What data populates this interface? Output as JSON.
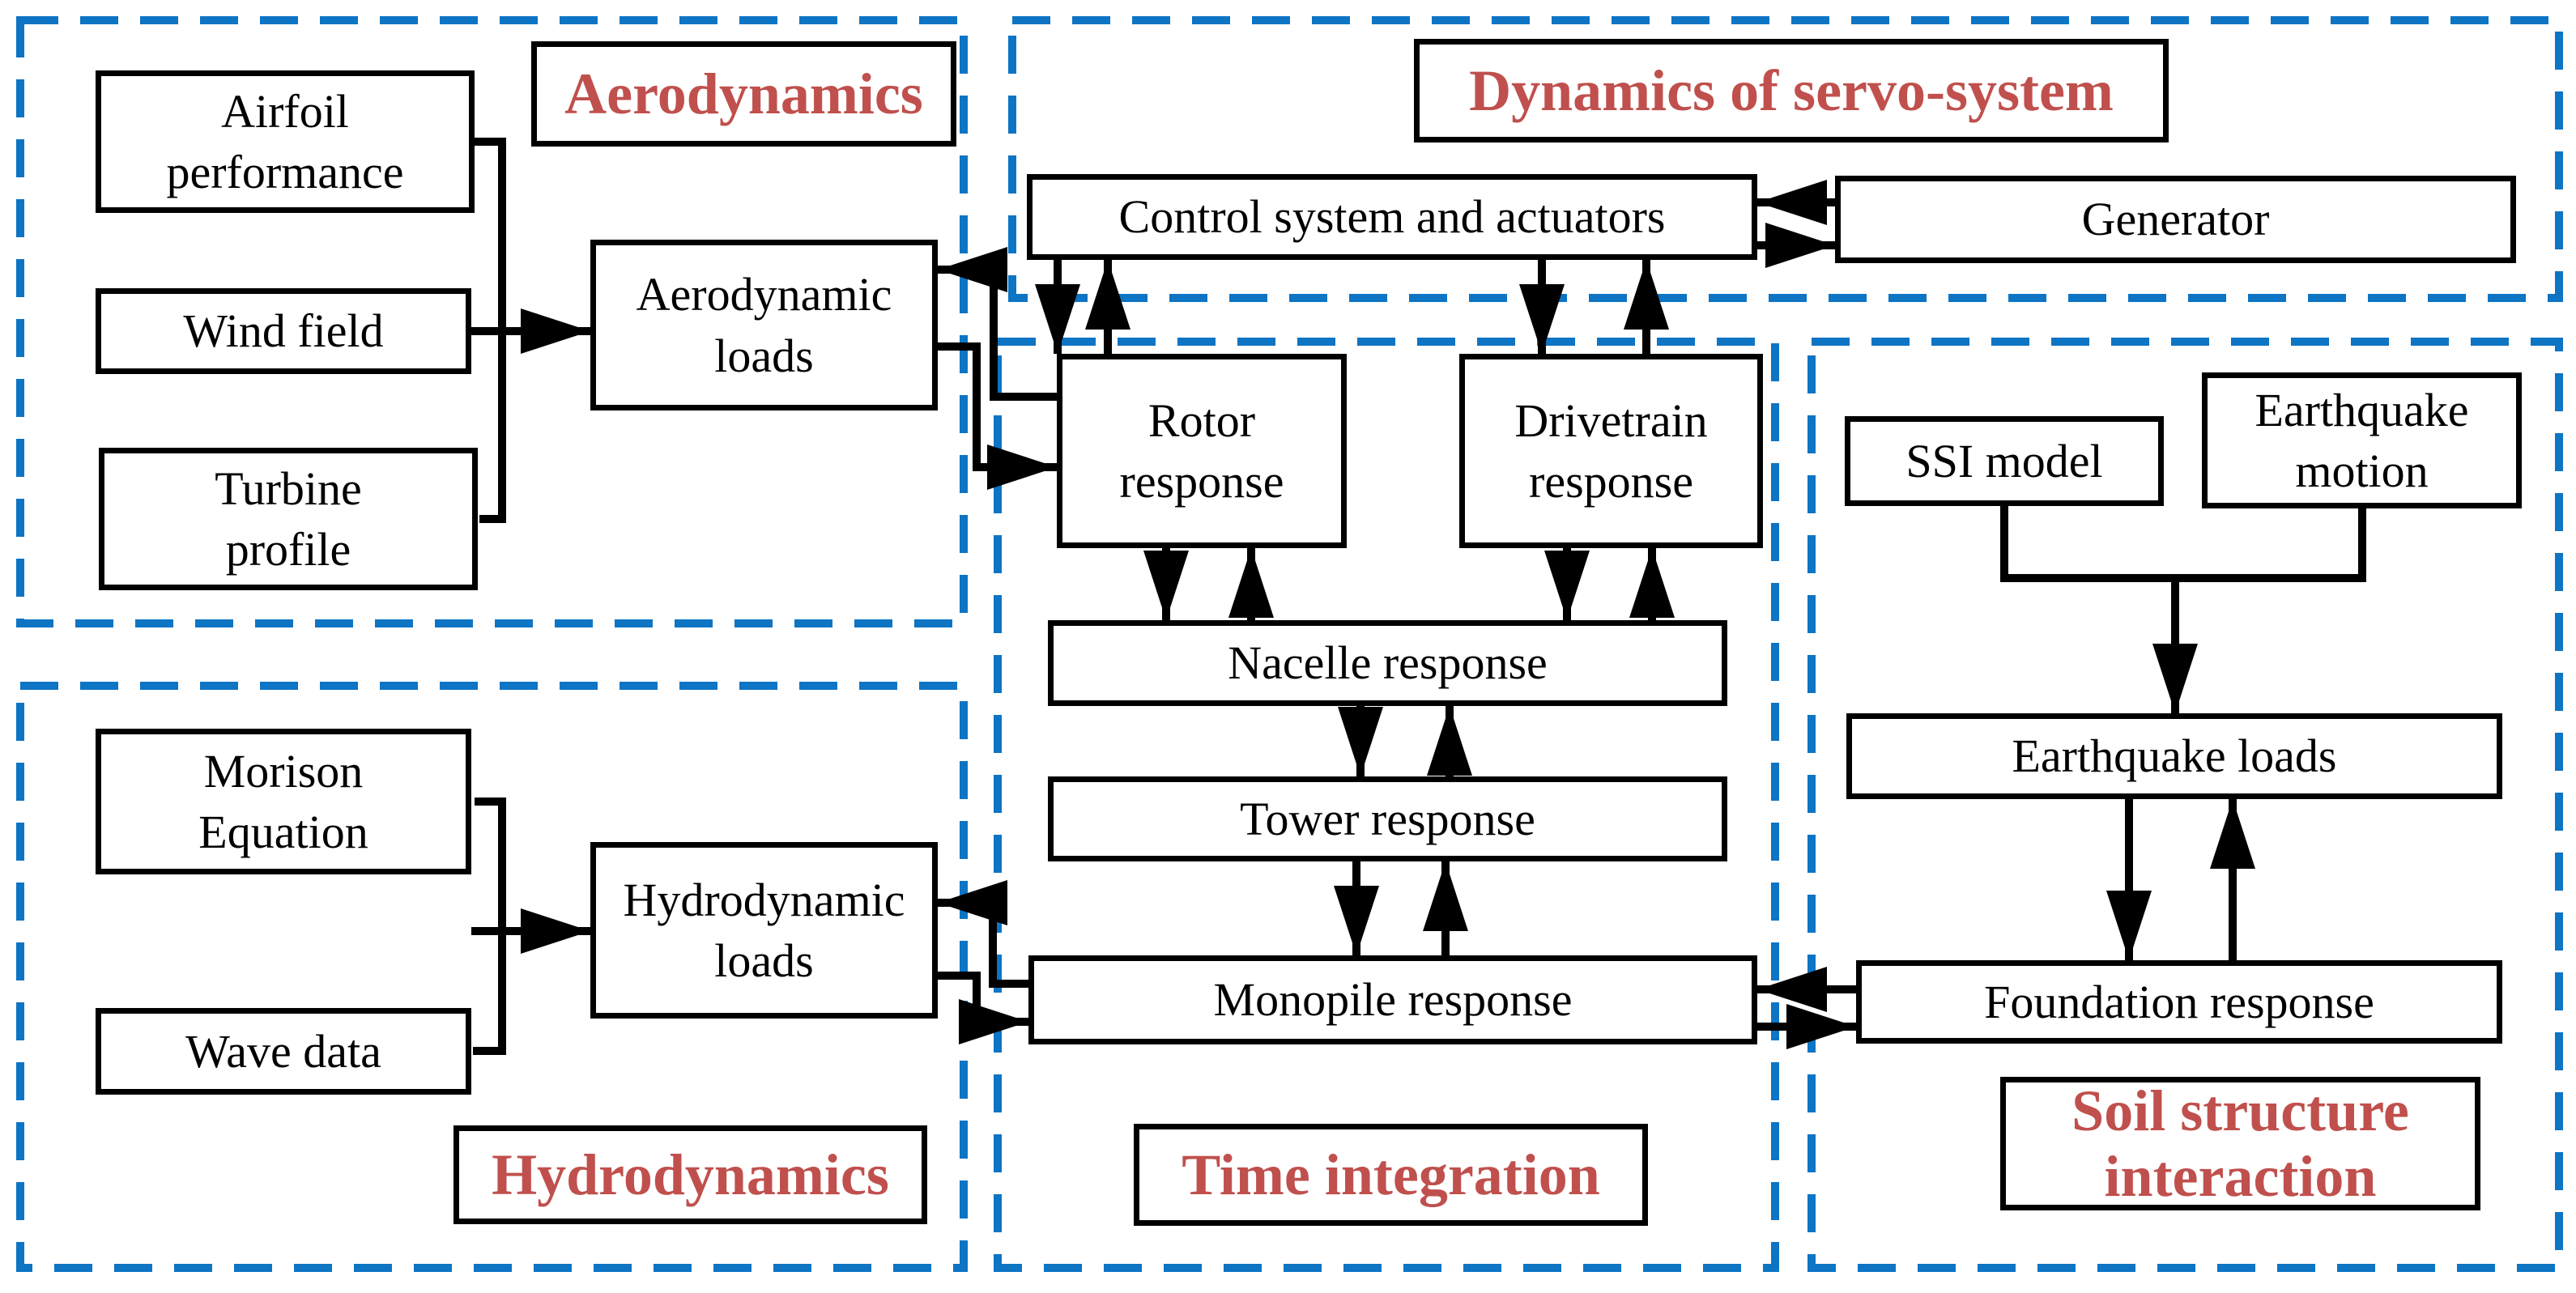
{
  "colors": {
    "group_border": "#0e74c4",
    "group_label_text": "#c0504d",
    "box_border": "#000000",
    "connector": "#000000",
    "background": "#ffffff"
  },
  "groups": {
    "aerodynamics": {
      "label": "Aerodynamics"
    },
    "servo": {
      "label": "Dynamics of servo-system"
    },
    "time_integration": {
      "label": "Time integration"
    },
    "hydrodynamics": {
      "label": "Hydrodynamics"
    },
    "soil_structure_interaction": {
      "label": "Soil structure\ninteraction"
    }
  },
  "nodes": {
    "airfoil_performance": {
      "label": "Airfoil\nperformance"
    },
    "wind_field": {
      "label": "Wind field"
    },
    "turbine_profile": {
      "label": "Turbine\nprofile"
    },
    "aerodynamic_loads": {
      "label": "Aerodynamic\nloads"
    },
    "control_system": {
      "label": "Control system and actuators"
    },
    "generator": {
      "label": "Generator"
    },
    "rotor_response": {
      "label": "Rotor\nresponse"
    },
    "drivetrain_response": {
      "label": "Drivetrain\nresponse"
    },
    "nacelle_response": {
      "label": "Nacelle response"
    },
    "tower_response": {
      "label": "Tower response"
    },
    "monopile_response": {
      "label": "Monopile response"
    },
    "morison_equation": {
      "label": "Morison\nEquation"
    },
    "wave_data": {
      "label": "Wave data"
    },
    "hydrodynamic_loads": {
      "label": "Hydrodynamic\nloads"
    },
    "ssi_model": {
      "label": "SSI model"
    },
    "earthquake_motion": {
      "label": "Earthquake\nmotion"
    },
    "earthquake_loads": {
      "label": "Earthquake loads"
    },
    "foundation_response": {
      "label": "Foundation response"
    }
  },
  "edges": [
    {
      "from": "airfoil_performance",
      "to": "aerodynamic_loads"
    },
    {
      "from": "wind_field",
      "to": "aerodynamic_loads"
    },
    {
      "from": "turbine_profile",
      "to": "aerodynamic_loads"
    },
    {
      "from": "aerodynamic_loads",
      "to": "rotor_response"
    },
    {
      "from": "rotor_response",
      "to": "aerodynamic_loads"
    },
    {
      "from": "generator",
      "to": "control_system"
    },
    {
      "from": "control_system",
      "to": "generator"
    },
    {
      "from": "control_system",
      "to": "rotor_response"
    },
    {
      "from": "rotor_response",
      "to": "control_system"
    },
    {
      "from": "control_system",
      "to": "drivetrain_response"
    },
    {
      "from": "drivetrain_response",
      "to": "control_system"
    },
    {
      "from": "rotor_response",
      "to": "nacelle_response"
    },
    {
      "from": "nacelle_response",
      "to": "rotor_response"
    },
    {
      "from": "drivetrain_response",
      "to": "nacelle_response"
    },
    {
      "from": "nacelle_response",
      "to": "drivetrain_response"
    },
    {
      "from": "nacelle_response",
      "to": "tower_response"
    },
    {
      "from": "tower_response",
      "to": "nacelle_response"
    },
    {
      "from": "tower_response",
      "to": "monopile_response"
    },
    {
      "from": "monopile_response",
      "to": "tower_response"
    },
    {
      "from": "morison_equation",
      "to": "hydrodynamic_loads"
    },
    {
      "from": "wave_data",
      "to": "hydrodynamic_loads"
    },
    {
      "from": "hydrodynamic_loads",
      "to": "monopile_response"
    },
    {
      "from": "monopile_response",
      "to": "hydrodynamic_loads"
    },
    {
      "from": "foundation_response",
      "to": "monopile_response"
    },
    {
      "from": "monopile_response",
      "to": "foundation_response"
    },
    {
      "from": "ssi_model",
      "to": "earthquake_loads"
    },
    {
      "from": "earthquake_motion",
      "to": "earthquake_loads"
    },
    {
      "from": "earthquake_loads",
      "to": "foundation_response"
    },
    {
      "from": "foundation_response",
      "to": "earthquake_loads"
    }
  ]
}
